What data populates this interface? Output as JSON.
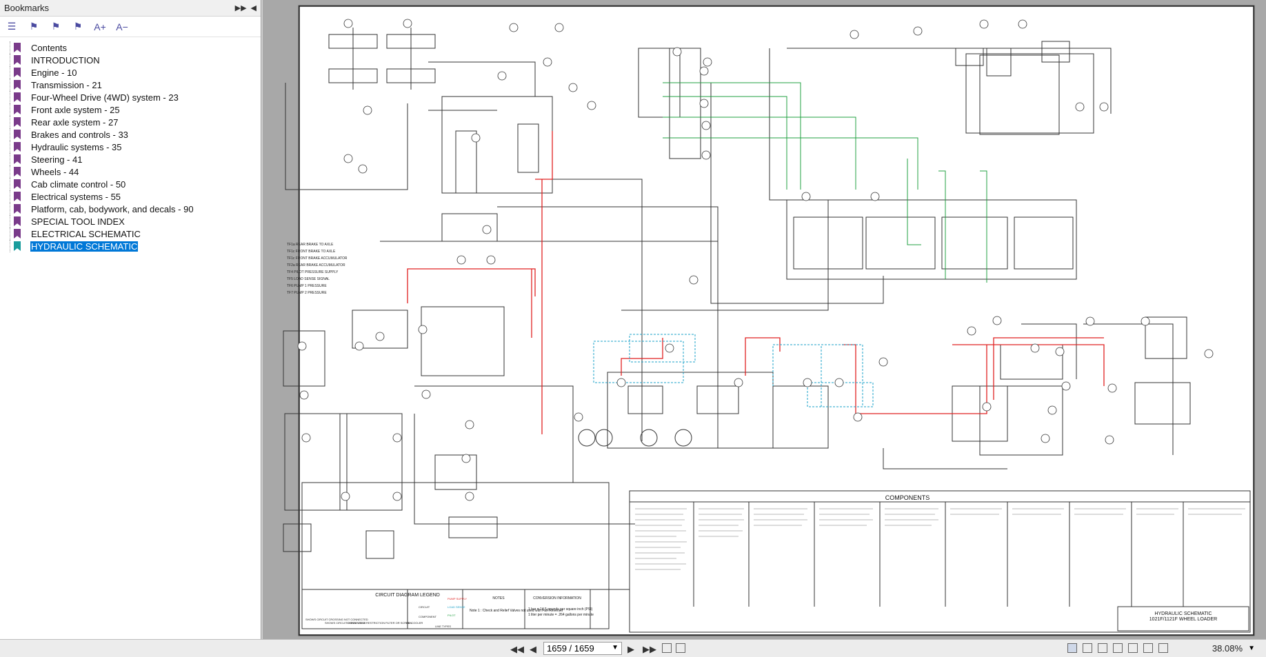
{
  "sidebar": {
    "title": "Bookmarks",
    "items": [
      {
        "label": "Contents"
      },
      {
        "label": "INTRODUCTION"
      },
      {
        "label": "Engine - 10"
      },
      {
        "label": "Transmission - 21"
      },
      {
        "label": "Four-Wheel Drive (4WD) system - 23"
      },
      {
        "label": "Front axle system - 25"
      },
      {
        "label": "Rear axle system - 27"
      },
      {
        "label": "Brakes and controls - 33"
      },
      {
        "label": "Hydraulic systems - 35"
      },
      {
        "label": "Steering - 41"
      },
      {
        "label": "Wheels - 44"
      },
      {
        "label": "Cab climate control - 50"
      },
      {
        "label": "Electrical systems - 55"
      },
      {
        "label": "Platform, cab, bodywork, and decals - 90"
      },
      {
        "label": "SPECIAL TOOL INDEX"
      },
      {
        "label": "ELECTRICAL SCHEMATIC"
      },
      {
        "label": "HYDRAULIC SCHEMATIC",
        "selected": true
      }
    ]
  },
  "document": {
    "components_title": "COMPONENTS",
    "legend_title": "CIRCUIT DIAGRAM LEGEND",
    "notes_title": "NOTES",
    "note_1": "Note 1 :  Check and Relief Valves not used with Fan Reverser",
    "conversion_title": "CONVERSION INFORMATION",
    "conversion_1": "1 bar = 14.5 pounds per square inch (PSI)",
    "conversion_2": "1 liter per minute = .264 gallons per minute",
    "title_1": "HYDRAULIC SCHEMATIC",
    "title_2": "1021F/1121F WHEEL LOADER",
    "legend_labels": [
      "SHOWS CIRCUIT CROSSING NOT CONNECTED",
      "SHOWS CIRCUIT CONNECTED",
      "CHECK VALVE",
      "RESTRICTION",
      "FILTER OR SCREEN",
      "OIL COOLER",
      "CIRCUIT",
      "COMPONENT",
      "LINE TYPES",
      "PUMP SUPPLY",
      "LOAD SENSE",
      "PILOT"
    ],
    "test_ports": [
      "TF1a REAR BRAKE TO AXLE",
      "TF1c FRONT BRAKE TO AXLE",
      "TF1c FRONT BRAKE ACCUMULATOR",
      "TF2a REAR BRAKE ACCUMULATOR",
      "TF4 PILOT PRESSURE SUPPLY",
      "TF5 LOAD SENSE SIGNAL",
      "TF6 PUMP 1 PRESSURE",
      "TF7 PUMP 2 PRESSURE"
    ],
    "colors": {
      "pump_supply": "#e02020",
      "load_sense": "#1aa0c8",
      "pilot": "#20a040"
    }
  },
  "status": {
    "page_value": "1659 / 1659",
    "zoom": "38.08%"
  }
}
